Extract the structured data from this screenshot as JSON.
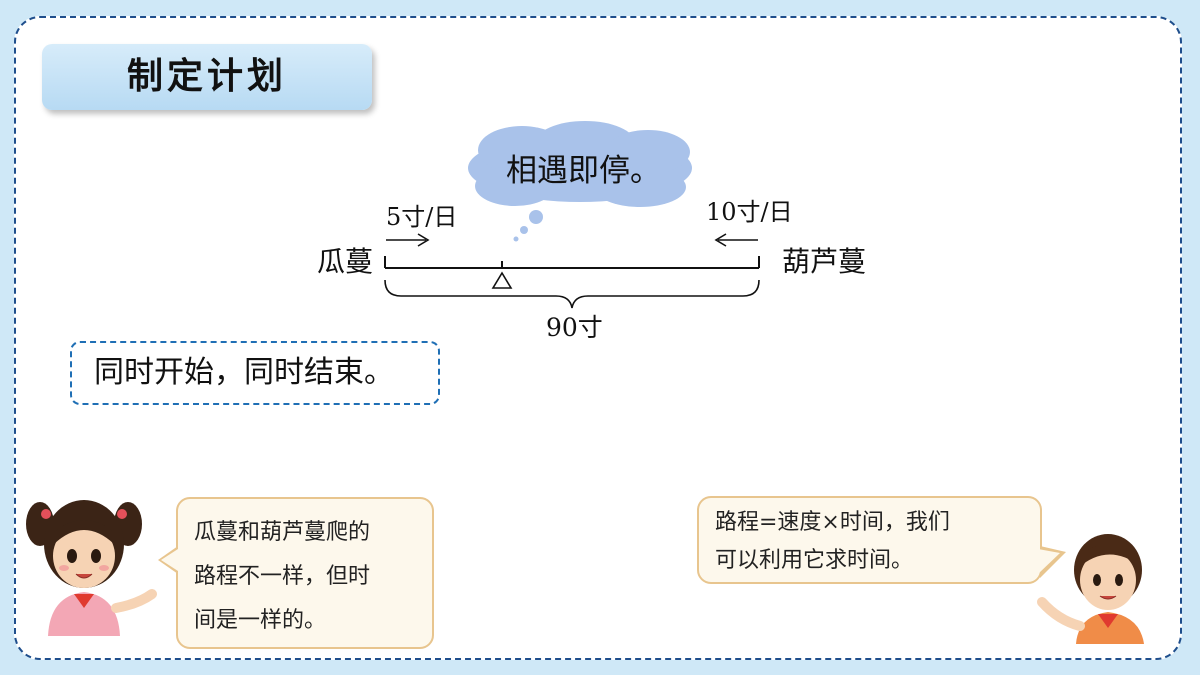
{
  "title": "制定计划",
  "diagram": {
    "cloud_text": "相遇即停。",
    "left_speed": "5寸/日",
    "right_speed": "10寸/日",
    "left_label": "瓜蔓",
    "right_label": "葫芦蔓",
    "total_label": "90寸"
  },
  "statement": "同时开始，同时结束。",
  "girl_bubble": {
    "lines": [
      "瓜蔓和葫芦蔓爬的",
      "路程不一样，但时",
      "间是一样的。"
    ]
  },
  "boy_bubble": {
    "lines": [
      "路程=速度×时间，我们",
      "可以利用它求时间。"
    ]
  },
  "colors": {
    "background": "#cfe8f7",
    "card_border": "#1f4e8c",
    "title_tab": "#b7daf3",
    "cloud": "#a9c2ea",
    "bubble_border": "#e8c58e"
  }
}
